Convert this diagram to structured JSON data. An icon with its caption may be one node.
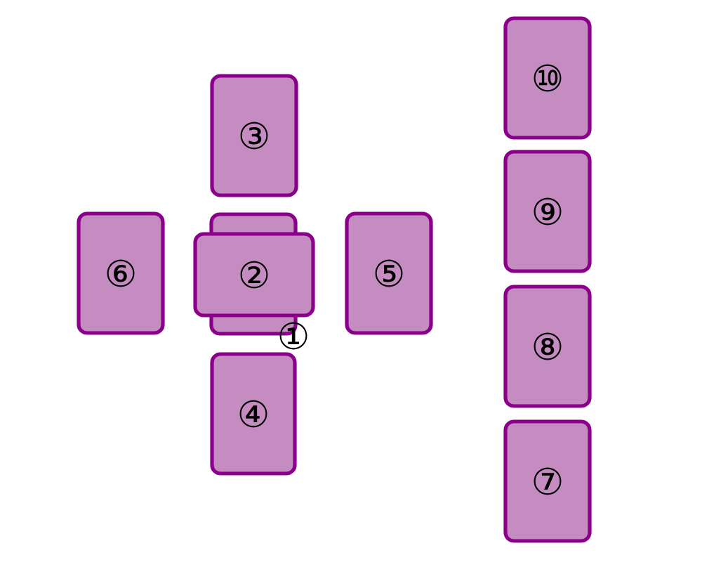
{
  "diagram": {
    "nodes": [
      {
        "text": [
          "①"
        ]
      },
      {
        "text": [
          "②"
        ]
      },
      {
        "text": [
          "③"
        ]
      },
      {
        "text": [
          "④"
        ]
      },
      {
        "text": [
          "⑤"
        ]
      },
      {
        "text": [
          "⑥"
        ]
      },
      {
        "text": [
          "⑦"
        ]
      },
      {
        "text": [
          "⑧"
        ]
      },
      {
        "text": [
          "⑨"
        ]
      },
      {
        "text": [
          "⑩"
        ]
      }
    ]
  }
}
